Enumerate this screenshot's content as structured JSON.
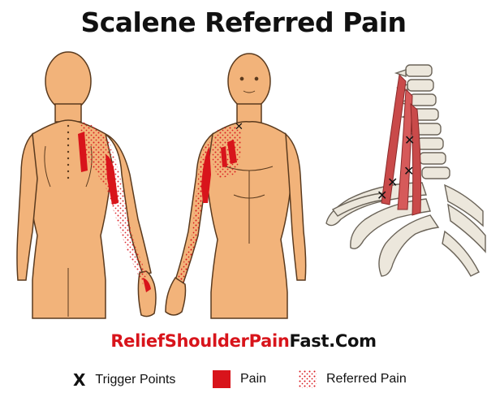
{
  "title": "Scalene Referred Pain",
  "website": {
    "part_red": "Relief",
    "part_red2": "ShoulderPain",
    "part_black": "Fast.Com"
  },
  "legend": [
    {
      "symbol": "X",
      "label": "Trigger Points"
    },
    {
      "symbol": "pain-swatch",
      "label": "Pain"
    },
    {
      "symbol": "dot-swatch",
      "label": "Referred Pain"
    }
  ],
  "colors": {
    "skin": "#f2b37a",
    "skin_outline": "#5a3a1e",
    "pain": "#d8141b",
    "bone": "#ece7dc",
    "muscle": "#c94a4a"
  }
}
